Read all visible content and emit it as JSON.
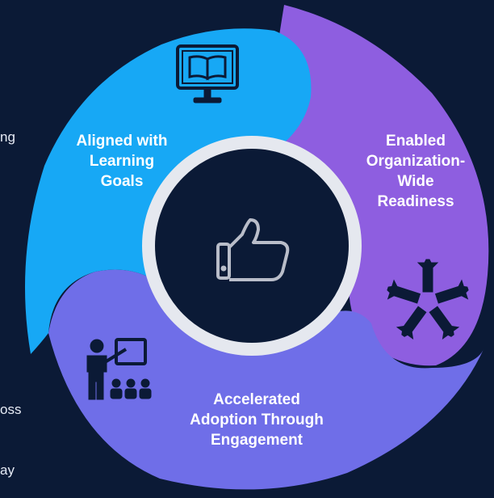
{
  "colors": {
    "background": "#0b1a36",
    "segment_top_left": "#17a8f5",
    "segment_right": "#8e5ee0",
    "segment_bottom": "#6f6ee8",
    "center_fill": "#0b1a36",
    "center_ring": "#e5e8ef",
    "icon_dark": "#0b1a36",
    "hub_icon": "#b9bdc9"
  },
  "segments": {
    "top_left": {
      "lines": [
        "Aligned with",
        "Learning",
        "Goals"
      ],
      "icon": "monitor-book-icon"
    },
    "right": {
      "lines": [
        "Enabled",
        "Organization-",
        "Wide",
        "Readiness"
      ],
      "icon": "hands-together-icon"
    },
    "bottom": {
      "lines": [
        "Accelerated",
        "Adoption Through",
        "Engagement"
      ],
      "icon": "presentation-audience-icon"
    }
  },
  "center": {
    "icon": "thumbs-up-icon"
  },
  "left_edge_fragments": [
    "ng",
    "oss",
    "ay"
  ]
}
